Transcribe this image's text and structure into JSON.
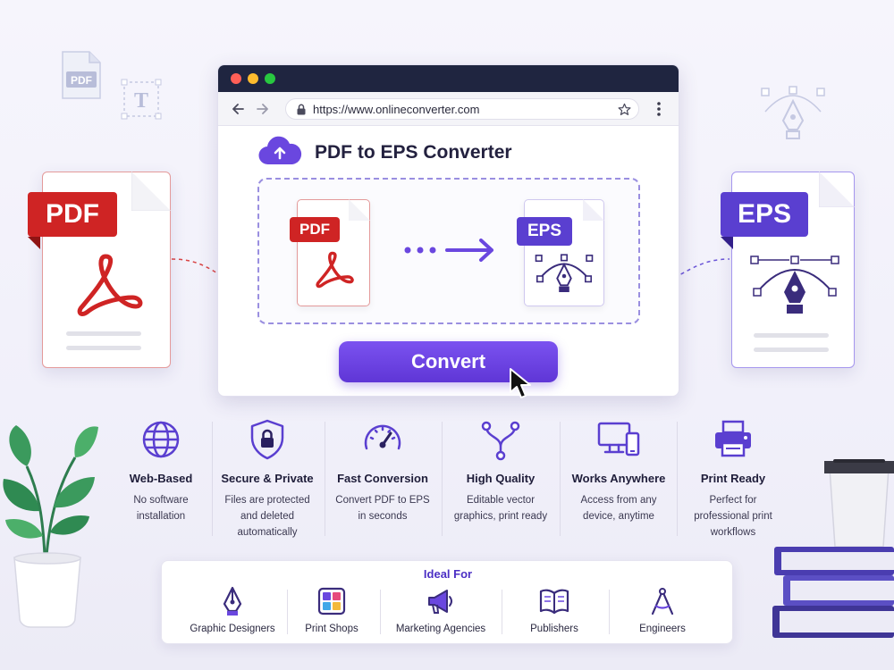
{
  "browser": {
    "url": "https://www.onlineconverter.com",
    "app_title": "PDF to EPS Converter",
    "source_badge": "PDF",
    "target_badge": "EPS",
    "convert_label": "Convert"
  },
  "side_cards": {
    "pdf_label": "PDF",
    "eps_label": "EPS"
  },
  "floating_icons": {
    "pdf_tag": "PDF",
    "text_tool": "T"
  },
  "features": [
    {
      "title": "Web-Based",
      "desc": "No software installation",
      "icon": "globe-icon"
    },
    {
      "title": "Secure & Private",
      "desc": "Files are protected and deleted automatically",
      "icon": "shield-lock-icon"
    },
    {
      "title": "Fast Conversion",
      "desc": "Convert PDF to EPS in seconds",
      "icon": "speedometer-icon"
    },
    {
      "title": "High Quality",
      "desc": "Editable vector graphics, print ready",
      "icon": "vector-nodes-icon"
    },
    {
      "title": "Works Anywhere",
      "desc": "Access from any device, anytime",
      "icon": "devices-icon"
    },
    {
      "title": "Print Ready",
      "desc": "Perfect for professional print workflows",
      "icon": "printer-icon"
    }
  ],
  "ideal_for": {
    "title": "Ideal For",
    "items": [
      {
        "label": "Graphic Designers",
        "icon": "pen-nib-icon"
      },
      {
        "label": "Print Shops",
        "icon": "print-palette-icon"
      },
      {
        "label": "Marketing Agencies",
        "icon": "megaphone-icon"
      },
      {
        "label": "Publishers",
        "icon": "open-book-icon"
      },
      {
        "label": "Engineers",
        "icon": "compass-icon"
      }
    ]
  },
  "colors": {
    "accent": "#5f36d6",
    "pdf_red": "#cf2424",
    "eps_purple": "#5a3fd0",
    "dark": "#1f2540"
  }
}
